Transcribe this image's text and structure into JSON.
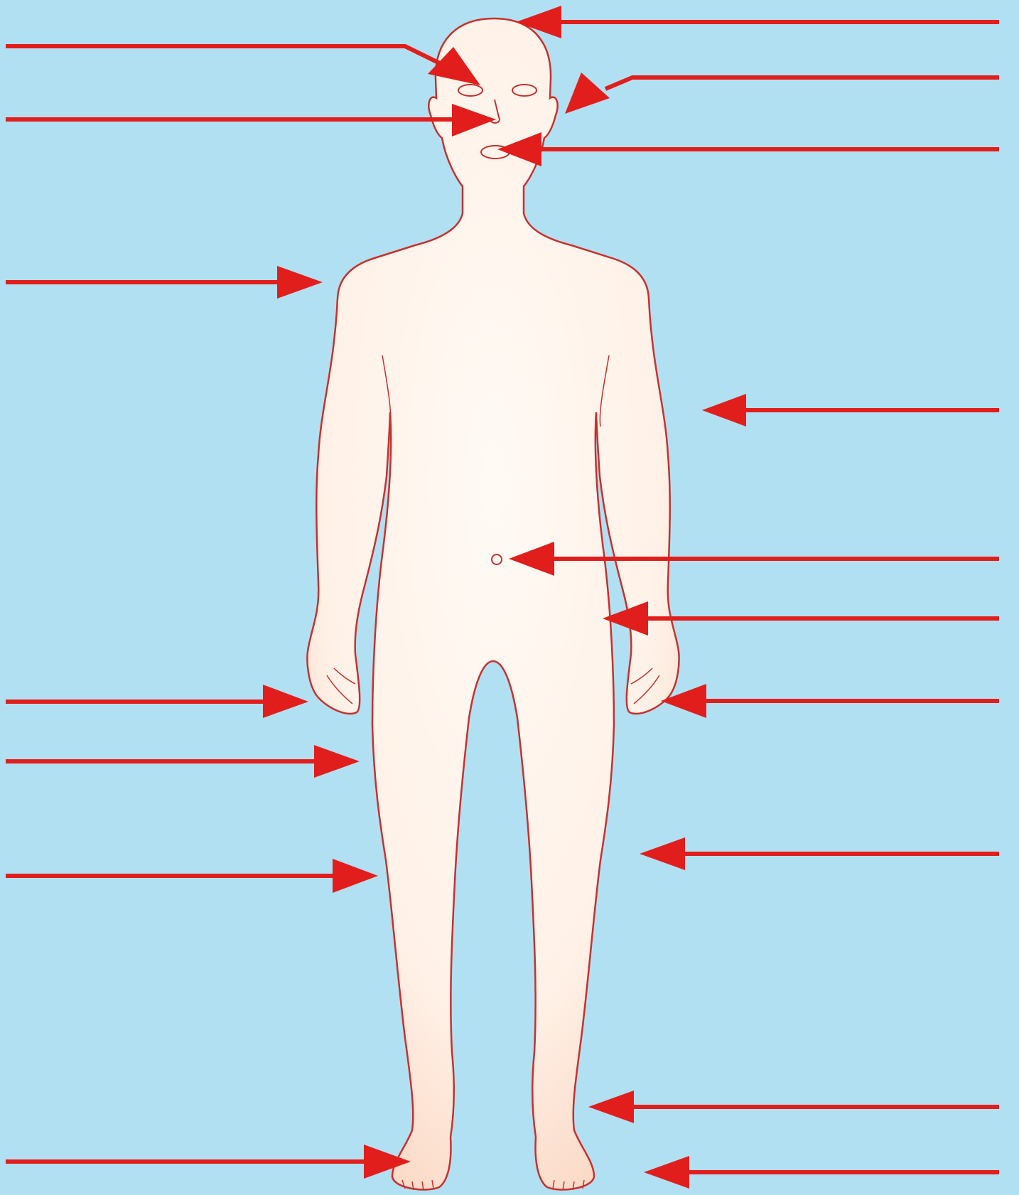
{
  "colors": {
    "background": "#b2e0f3",
    "body_fill": "#fff6ef",
    "body_shade": "#fbdccb",
    "outline": "#c8302c",
    "arrow": "#e11e1c"
  },
  "figure": {
    "subject": "human-body-front-view",
    "labels_printed": false
  },
  "arrows": [
    {
      "id": "arrow-head",
      "side": "right",
      "target": "head"
    },
    {
      "id": "arrow-eye",
      "side": "left",
      "target": "eye"
    },
    {
      "id": "arrow-ear",
      "side": "right",
      "target": "ear"
    },
    {
      "id": "arrow-nose",
      "side": "left",
      "target": "nose"
    },
    {
      "id": "arrow-mouth",
      "side": "right",
      "target": "mouth"
    },
    {
      "id": "arrow-shoulder",
      "side": "left",
      "target": "shoulder"
    },
    {
      "id": "arrow-elbow",
      "side": "right",
      "target": "elbow"
    },
    {
      "id": "arrow-navel",
      "side": "right",
      "target": "navel"
    },
    {
      "id": "arrow-hip",
      "side": "right",
      "target": "hip"
    },
    {
      "id": "arrow-left-hand",
      "side": "left",
      "target": "hand"
    },
    {
      "id": "arrow-right-hand",
      "side": "right",
      "target": "hand"
    },
    {
      "id": "arrow-thigh",
      "side": "left",
      "target": "thigh"
    },
    {
      "id": "arrow-knee-left",
      "side": "left",
      "target": "knee"
    },
    {
      "id": "arrow-knee-right",
      "side": "right",
      "target": "knee"
    },
    {
      "id": "arrow-ankle",
      "side": "right",
      "target": "ankle"
    },
    {
      "id": "arrow-left-foot",
      "side": "left",
      "target": "foot"
    },
    {
      "id": "arrow-right-foot",
      "side": "right",
      "target": "foot"
    }
  ]
}
